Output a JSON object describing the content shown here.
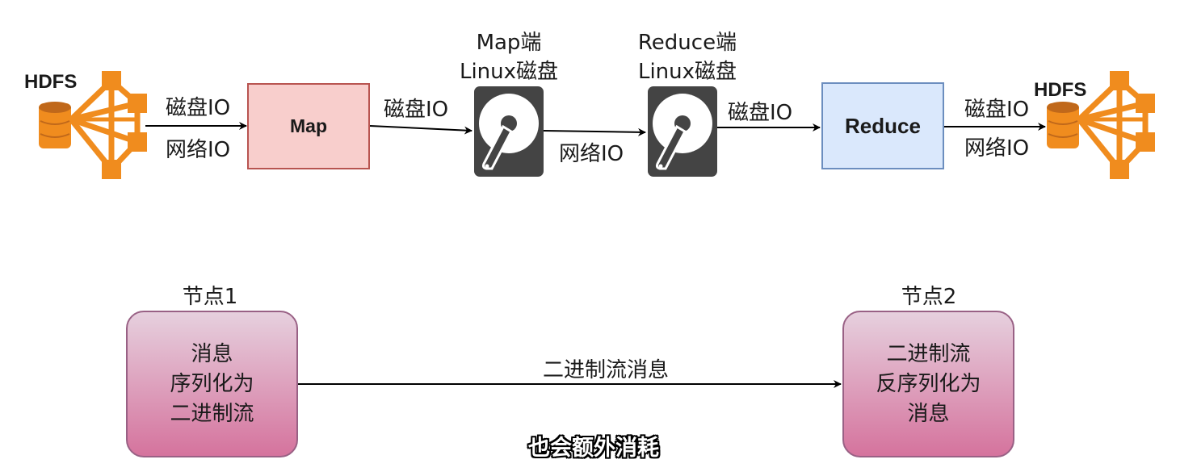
{
  "hdfs_left": {
    "title": "HDFS",
    "icon": "hdfs-cluster-icon",
    "color": "#f08c1e"
  },
  "hdfs_right": {
    "title": "HDFS",
    "icon": "hdfs-cluster-icon",
    "color": "#f08c1e"
  },
  "map_box": {
    "label": "Map",
    "fill": "#f8cecc",
    "stroke": "#b85450"
  },
  "reduce_box": {
    "label": "Reduce",
    "fill": "#dae8fc",
    "stroke": "#6c8ebf"
  },
  "map_disk": {
    "title_line1": "Map端",
    "title_line2": "Linux磁盘",
    "icon": "hard-disk-icon"
  },
  "reduce_disk": {
    "title_line1": "Reduce端",
    "title_line2": "Linux磁盘",
    "icon": "hard-disk-icon"
  },
  "edges": {
    "hdfs_to_map": {
      "top": "磁盘IO",
      "bottom": "网络IO"
    },
    "map_to_disk": {
      "top": "磁盘IO"
    },
    "disk_to_disk": {
      "bottom": "网络IO"
    },
    "disk_to_reduce": {
      "top": "磁盘IO"
    },
    "reduce_to_hdfs": {
      "top": "磁盘IO",
      "bottom": "网络IO"
    }
  },
  "node1": {
    "title": "节点1",
    "lines": [
      "消息",
      "序列化为",
      "二进制流"
    ]
  },
  "node2": {
    "title": "节点2",
    "lines": [
      "二进制流",
      "反序列化为",
      "消息"
    ]
  },
  "node_edge_label": "二进制流消息",
  "node_gradient": {
    "top": "#e6d0de",
    "bottom": "#d5739d",
    "stroke": "#996185"
  },
  "subtitle": "也会额外消耗"
}
